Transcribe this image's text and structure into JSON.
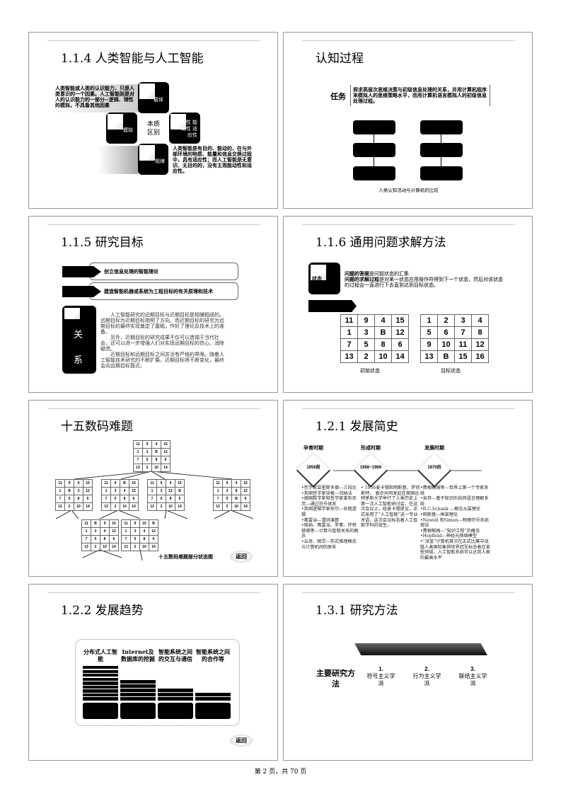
{
  "slides": {
    "s1": {
      "title": "1.1.4 人类智能与人工智能",
      "left_text": "人类智能或人类的认识能力，只是人类意识的一个因素。人工智能则是对人的认识能力的一部分--逻辑、理性的模拟，不具备其他因素",
      "center": "本质区别",
      "top_label": "载体",
      "left_label": "模拟",
      "right_label": "动性 能动性 适应性",
      "bottom_label": "规律",
      "right_text": "人类智能是有目的、能动的，在与外部环境的物质、能量和信息交换过程中，具有适应性；而人工智能是无意识、无目的的，没有主观能动性和适应性。"
    },
    "s2": {
      "title": "认知过程",
      "task_label": "任务",
      "task_text": "探求高层次思维决策与初级信息处理的关系，并用计算机程序来模拟人的思维策略水平，而用计算机语言模拟人的初级信息处理过程。",
      "caption": "人类认知活动与计算机的比较"
    },
    "s3": {
      "title": "1.1.5 研究目标",
      "goal1": "创立信息处理的智能理论",
      "goal2": "建造智能机器或系统为工程目标的有关原理和技术",
      "relation_label": "关 系",
      "body": "　　人工智能研究的远期目标与近期目标是相辅相成的。远期目标为近期目标指明了方向，而近期目标的研究为远期目标的最终实现奠定了基础，作好了理论及技术上的准备。\n　　另外，近期目标的研究成果不仅可以造福于当代社会，还可以进一步增强人们对实现远期目标的信心，消除疑虑。\n　　近期目标和远期目标之间并没有严格的界限。随着人工智能技术研究的不断扩展，近期目标将不断变化，最终会向远期目标靠近。"
    },
    "s4": {
      "title": "1.1.6 通用问题求解方法",
      "state_label": "状态",
      "answer_bold": "问题的答案",
      "answer_rest": "是问题状态的汇集",
      "process_bold": "问题的求解过程",
      "process_rest": "是对某一状态应用操作符得到下一个状态，然后对该状态的过程会一直进行下去直到达到目标状态。",
      "initial": [
        [
          "11",
          "9",
          "4",
          "15"
        ],
        [
          "1",
          "3",
          "B",
          "12"
        ],
        [
          "7",
          "5",
          "8",
          "6"
        ],
        [
          "13",
          "2",
          "10",
          "14"
        ]
      ],
      "goal": [
        [
          "1",
          "2",
          "3",
          "4"
        ],
        [
          "5",
          "6",
          "7",
          "8"
        ],
        [
          "9",
          "10",
          "11",
          "12"
        ],
        [
          "13",
          "B",
          "15",
          "16"
        ]
      ],
      "initial_label": "初始状态",
      "goal_label": "目标状态"
    },
    "s5": {
      "title": "十五数码难题",
      "root": [
        [
          "11",
          "9",
          "4",
          "15"
        ],
        [
          "1",
          "3",
          "B",
          "12"
        ],
        [
          "7",
          "5",
          "8",
          "6"
        ],
        [
          "13",
          "2",
          "10",
          "14"
        ]
      ],
      "level1": [
        [
          [
            "11",
            "9",
            "4",
            "15"
          ],
          [
            "1",
            "B",
            "3",
            "12"
          ],
          [
            "7",
            "5",
            "8",
            "6"
          ],
          [
            "13",
            "2",
            "10",
            "14"
          ]
        ],
        [
          [
            "11",
            "9",
            "B",
            "15"
          ],
          [
            "1",
            "3",
            "4",
            "12"
          ],
          [
            "7",
            "5",
            "8",
            "6"
          ],
          [
            "13",
            "2",
            "10",
            "14"
          ]
        ],
        [
          [
            "11",
            "9",
            "4",
            "15"
          ],
          [
            "1",
            "3",
            "12",
            "B"
          ],
          [
            "7",
            "5",
            "8",
            "6"
          ],
          [
            "13",
            "2",
            "10",
            "14"
          ]
        ],
        [
          [
            "11",
            "9",
            "4",
            "15"
          ],
          [
            "1",
            "3",
            "8",
            "12"
          ],
          [
            "7",
            "5",
            "B",
            "6"
          ],
          [
            "13",
            "2",
            "10",
            "14"
          ]
        ]
      ],
      "level2": [
        [
          [
            "11",
            "B",
            "9",
            "15"
          ],
          [
            "1",
            "3",
            "4",
            "12"
          ],
          [
            "7",
            "5",
            "8",
            "6"
          ],
          [
            "13",
            "2",
            "10",
            "14"
          ]
        ],
        [
          [
            "11",
            "9",
            "15",
            "B"
          ],
          [
            "1",
            "3",
            "4",
            "12"
          ],
          [
            "7",
            "5",
            "8",
            "6"
          ],
          [
            "13",
            "2",
            "10",
            "14"
          ]
        ]
      ],
      "caption": "十五数码难题部分状态图",
      "back": "返回"
    },
    "s6": {
      "title": "1.2.1 发展简史",
      "periods": [
        {
          "name": "孕育时期",
          "date": "1956前",
          "items": "•哲学家亚里斯多德---三段论\n•英国哲学家培根---归纳法\n•德国数学家和哲学家莱布尼茨---通过符号体系\n•英国逻辑学家布尔---命题逻辑\n•弗雷治---谓词演算\n•维纳、弗雷治、罗素、怀特赫德等---计算与智能关系的概念\n•丘奇、图灵---形式推理概念与计算机间的联系"
        },
        {
          "name": "形成时期",
          "date": "1956~1969",
          "items": "• 1956麦卡锡和明斯基、罗彻斯特、 香农共同发起在美国达特茅斯大学举行了人类历史上第一次人工智能研讨会，在这次会议上，经麦卡锡提议，正式采用了“人工智能”这一专业术语，这次会议标志着人工智能学科的诞生。"
        },
        {
          "name": "发展时期",
          "date": "1970后",
          "items": "•费根鲍姆等---世界上第一个专家系统\n•吴恭---基于知识的自然语言理解系统\n•R.C.Schank ---概念从属理论\n•明斯基---框架理论\n•Newell 和Simon---物理符号系统假设\n•费根鲍姆---“知识工程”的概念\n•Hopfield---神经元网络模型\n•“深蓝”计算机首次在正式比赛中战胜人类国际象棋世界冠军标志着在某些领域，人工智能系统可以达到人类的最高水平"
        }
      ]
    },
    "s7": {
      "title": "1.2.2 发展趋势",
      "columns": [
        "分布式人工智能",
        "Internet及数据库的挖掘",
        "智能系统之间的交互与通信",
        "智能系统之间的合作等"
      ],
      "back": "返回"
    },
    "s8": {
      "title": "1.3.1 研究方法",
      "main": "主要研究方法",
      "methods": [
        {
          "num": "1.",
          "label": "符号主义学派"
        },
        {
          "num": "2.",
          "label": "行为主义学派"
        },
        {
          "num": "3.",
          "label": "联结主义学派"
        }
      ]
    }
  },
  "footer": "第 2 页，共 70 页"
}
